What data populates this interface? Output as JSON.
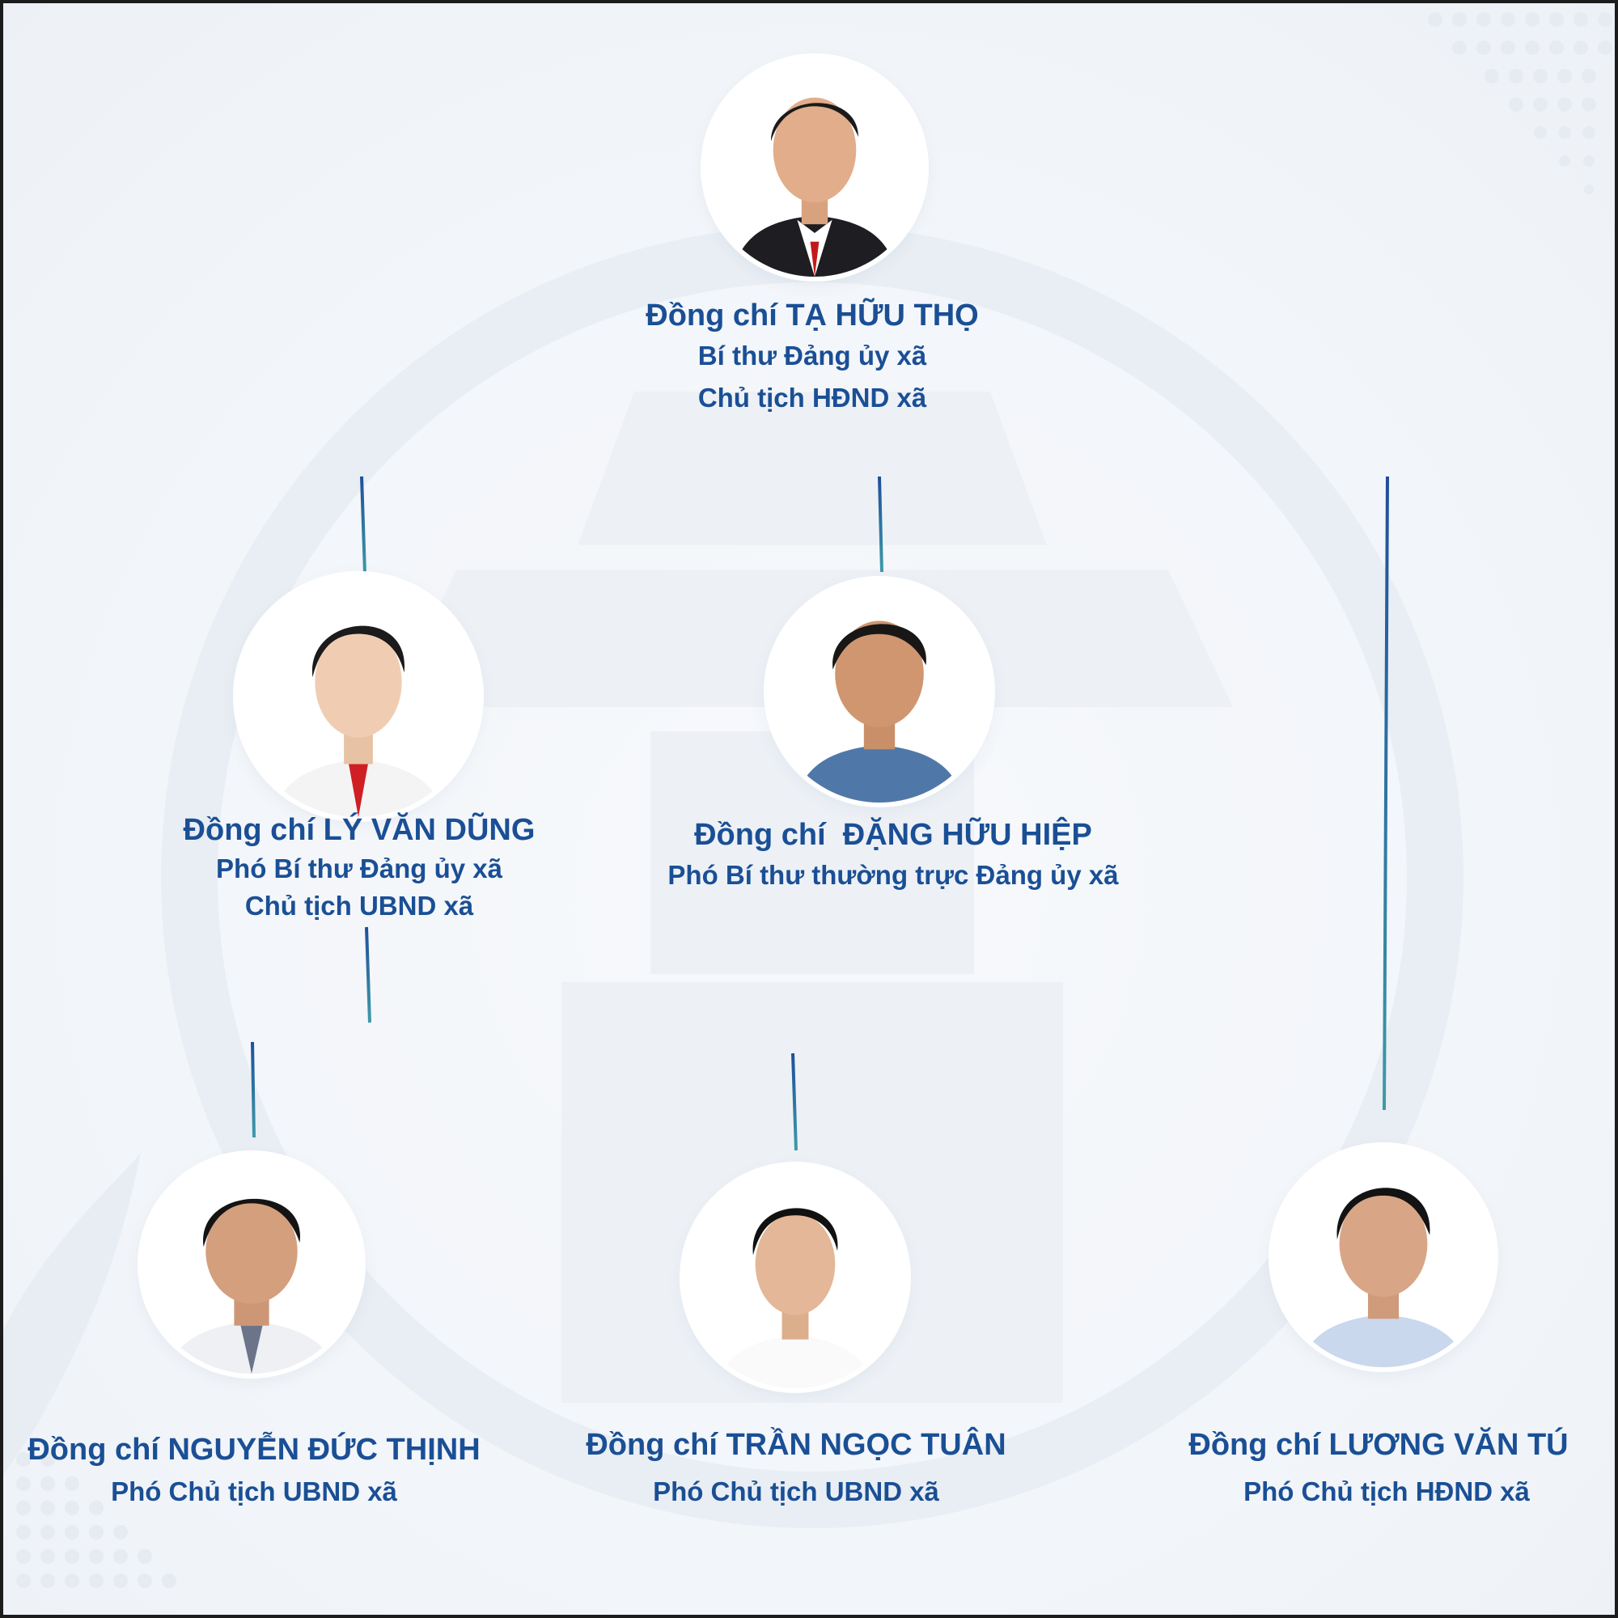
{
  "colors": {
    "text": "#1a4f95",
    "connector": "#1f4f9a",
    "connector_accent": "#3f9aa8",
    "background": "#f4f6f9"
  },
  "people": {
    "top": {
      "name": "Đồng chí TẠ HỮU THỌ",
      "roles": [
        "Bí thư Đảng ủy xã",
        "Chủ tịch HĐND xã"
      ]
    },
    "mid_left": {
      "name": "Đồng chí LÝ VĂN DŨNG",
      "roles": [
        "Phó Bí thư Đảng ủy xã",
        "Chủ tịch UBND xã"
      ]
    },
    "mid_center": {
      "name": "Đồng chí  ĐẶNG HỮU HIỆP",
      "roles": [
        "Phó Bí thư thường trực Đảng ủy xã"
      ]
    },
    "bottom_left": {
      "name": "Đồng chí NGUYỄN ĐỨC THỊNH",
      "roles": [
        "Phó Chủ tịch UBND xã"
      ]
    },
    "bottom_center": {
      "name": "Đồng chí TRẦN NGỌC TUÂN",
      "roles": [
        "Phó Chủ tịch UBND xã"
      ]
    },
    "bottom_right": {
      "name": "Đồng chí LƯƠNG VĂN TÚ",
      "roles": [
        "Phó Chủ tịch HĐND xã"
      ]
    }
  }
}
